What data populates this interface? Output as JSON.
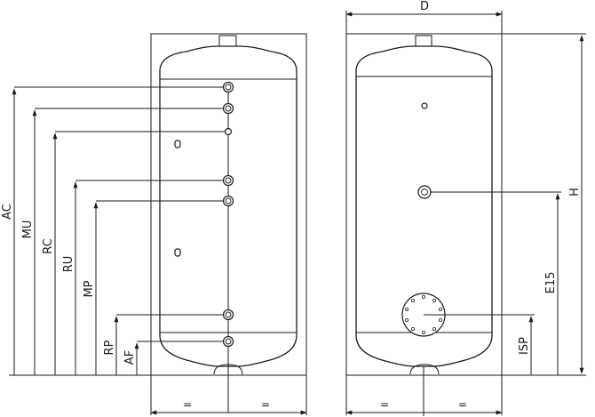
{
  "front_view": {
    "dimensions": [
      {
        "id": "ac",
        "label": "AC"
      },
      {
        "id": "mu",
        "label": "MU"
      },
      {
        "id": "rc",
        "label": "RC"
      },
      {
        "id": "ru",
        "label": "RU"
      },
      {
        "id": "mp",
        "label": "MP"
      },
      {
        "id": "rp",
        "label": "RP"
      },
      {
        "id": "af",
        "label": "AF"
      }
    ],
    "bottom_equal_left": "=",
    "bottom_equal_right": "="
  },
  "side_view": {
    "diameter_label": "D",
    "height_label": "H",
    "e15_label": "E15",
    "isp_label": "ISP",
    "bottom_equal_left": "=",
    "bottom_equal_right": "="
  }
}
